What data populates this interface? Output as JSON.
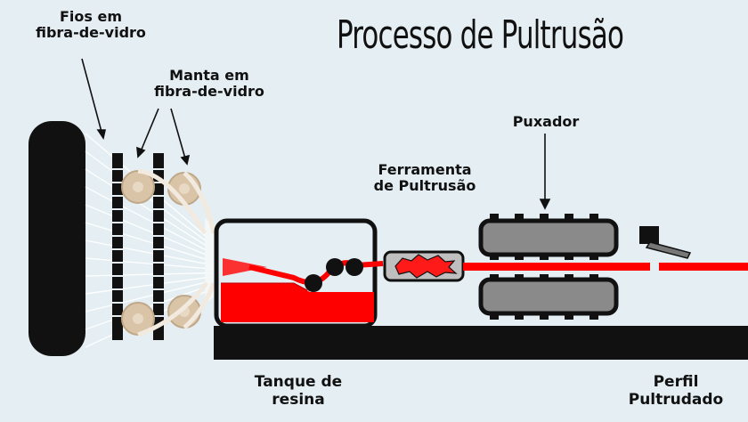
{
  "title": "Processo de Pultrusão",
  "labels": {
    "fios_line1": "Fios em",
    "fios_line2": "fibra-de-vidro",
    "manta_line1": "Manta em",
    "manta_line2": "fibra-de-vidro",
    "ferramenta_line1": "Ferramenta",
    "ferramenta_line2": "de Pultrusão",
    "puxador": "Puxador",
    "tanque_line1": "Tanque de",
    "tanque_line2": "resina",
    "perfil_line1": "Perfil",
    "perfil_line2": "Pultrudado"
  },
  "colors": {
    "background": "#e4eef3",
    "resin": "#ff0000",
    "equipment": "#111111",
    "rollers": "#d9c4a8",
    "puller_tracks": "#8a8a8a",
    "tool_body": "#bfbfbf"
  }
}
